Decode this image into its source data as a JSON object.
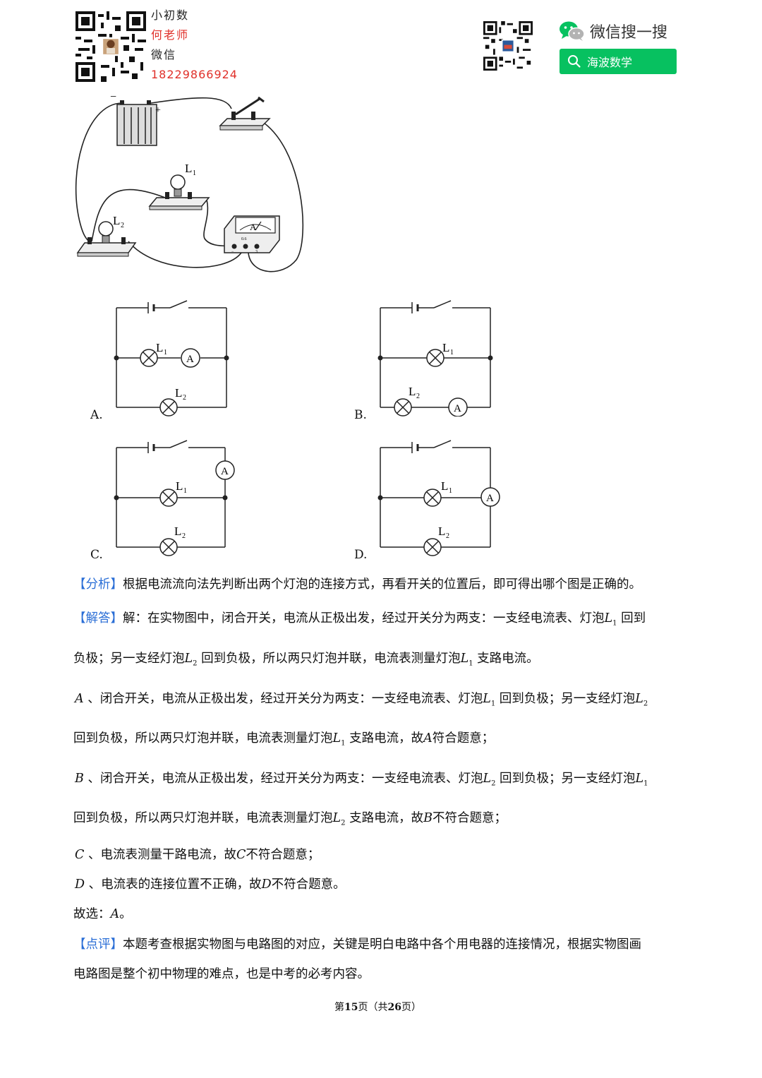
{
  "header": {
    "contact_lines": [
      "小初数",
      "何老师",
      "微信",
      "18229866924"
    ],
    "wechat_search_title": "微信搜一搜",
    "search_button_label": "海波数学"
  },
  "figure": {
    "l1": "L",
    "l1_sub": "1",
    "l2": "L",
    "l2_sub": "2",
    "ammeter": "A",
    "battery_neg": "−",
    "battery_pos": "+",
    "terminal_labels": [
      "−",
      "0.6",
      "3"
    ]
  },
  "options": [
    {
      "letter": "A.",
      "l1": "L",
      "l1_sub": "1",
      "l2": "L",
      "l2_sub": "2",
      "ammeter": "A"
    },
    {
      "letter": "B.",
      "l1": "L",
      "l1_sub": "1",
      "l2": "L",
      "l2_sub": "2",
      "ammeter": "A"
    },
    {
      "letter": "C.",
      "l1": "L",
      "l1_sub": "1",
      "l2": "L",
      "l2_sub": "2",
      "ammeter": "A"
    },
    {
      "letter": "D.",
      "l1": "L",
      "l1_sub": "1",
      "l2": "L",
      "l2_sub": "2",
      "ammeter": "A"
    }
  ],
  "solution": {
    "analysis_tag": "【分析】",
    "analysis_text": "根据电流流向法先判断出两个灯泡的连接方式，再看开关的位置后，即可得出哪个图是正确的。",
    "answer_tag": "【解答】",
    "answer_l1_a": "解：在实物图中，闭合开关，电流从正极出发，经过开关分为两支：一支经电流表、灯泡",
    "answer_l1_b": "回到",
    "answer_l2_a": "负极；另一支经灯泡",
    "answer_l2_b": "回到负极，所以两只灯泡并联，电流表测量灯泡",
    "answer_l2_c": "支路电流。",
    "a_letter": "A",
    "a_l1_a": "、闭合开关，电流从正极出发，经过开关分为两支：一支经电流表、灯泡",
    "a_l1_b": "回到负极；另一支经灯泡",
    "a_l2_a": "回到负极，所以两只灯泡并联，电流表测量灯泡",
    "a_l2_b": "支路电流，故",
    "a_l2_c": "符合题意；",
    "b_letter": "B",
    "b_l1_a": "、闭合开关，电流从正极出发，经过开关分为两支：一支经电流表、灯泡",
    "b_l1_b": "回到负极；另一支经灯泡",
    "b_l2_a": "回到负极，所以两只灯泡并联，电流表测量灯泡",
    "b_l2_b": "支路电流，故",
    "b_l2_c": "不符合题意；",
    "c_letter": "C",
    "c_a": "、电流表测量干路电流，故",
    "c_b": "不符合题意；",
    "d_letter": "D",
    "d_a": "、电流表的连接位置不正确，故",
    "d_b": "不符合题意。",
    "choice_a": "故选：",
    "choice_letter": "A",
    "choice_b": "。",
    "comment_tag": "【点评】",
    "comment_l1": "本题考查根据实物图与电路图的对应，关键是明白电路中各个用电器的连接情况，根据实物图画",
    "comment_l2": "电路图是整个初中物理的难点，也是中考的必考内容。",
    "L": "L",
    "sub1": "1",
    "sub2": "2"
  },
  "footer": {
    "prefix": "第",
    "page": "15",
    "middle": "页（共",
    "total": "26",
    "suffix": "页）"
  },
  "colors": {
    "tag_blue": "#2a6ed6",
    "contact_red": "#e0302a",
    "wechat_green": "#07c160"
  }
}
